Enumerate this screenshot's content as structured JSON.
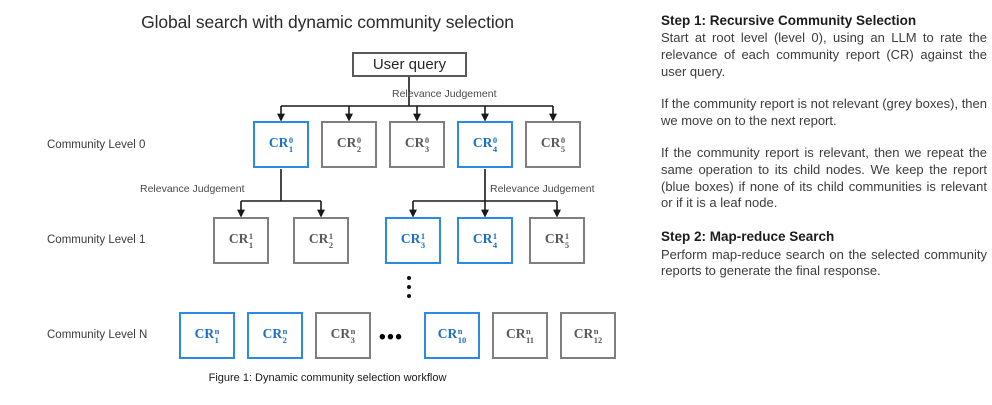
{
  "figure": {
    "title": "Global search with dynamic community selection",
    "caption": "Figure 1: Dynamic community selection workflow",
    "query_box_label": "User query",
    "edge_labels": {
      "root": "Relevance Judgement",
      "left_branch": "Relevance Judgement",
      "right_branch": "Relevance Judgement"
    },
    "horizontal_ellipsis": "•••",
    "levels": [
      {
        "label": "Community Level 0",
        "nodes": [
          {
            "base": "CR",
            "sup": "0",
            "sub": "1",
            "state": "blue"
          },
          {
            "base": "CR",
            "sup": "0",
            "sub": "2",
            "state": "grey"
          },
          {
            "base": "CR",
            "sup": "0",
            "sub": "3",
            "state": "grey"
          },
          {
            "base": "CR",
            "sup": "0",
            "sub": "4",
            "state": "blue"
          },
          {
            "base": "CR",
            "sup": "0",
            "sub": "5",
            "state": "grey"
          }
        ]
      },
      {
        "label": "Community Level 1",
        "nodes": [
          {
            "base": "CR",
            "sup": "1",
            "sub": "1",
            "state": "grey"
          },
          {
            "base": "CR",
            "sup": "1",
            "sub": "2",
            "state": "grey"
          },
          {
            "base": "CR",
            "sup": "1",
            "sub": "3",
            "state": "blue"
          },
          {
            "base": "CR",
            "sup": "1",
            "sub": "4",
            "state": "blue"
          },
          {
            "base": "CR",
            "sup": "1",
            "sub": "5",
            "state": "grey"
          }
        ]
      },
      {
        "label": "Community Level N",
        "nodes": [
          {
            "base": "CR",
            "sup": "n",
            "sub": "1",
            "state": "blue"
          },
          {
            "base": "CR",
            "sup": "n",
            "sub": "2",
            "state": "blue"
          },
          {
            "base": "CR",
            "sup": "n",
            "sub": "3",
            "state": "grey"
          },
          {
            "base": "CR",
            "sup": "n",
            "sub": "10",
            "state": "blue"
          },
          {
            "base": "CR",
            "sup": "n",
            "sub": "11",
            "state": "grey"
          },
          {
            "base": "CR",
            "sup": "n",
            "sub": "12",
            "state": "grey"
          }
        ]
      }
    ],
    "colors": {
      "selected_border": "#2b8ae2",
      "selected_text": "#1a6fc4",
      "unselected_border": "#7f7f7f",
      "unselected_text": "#595959",
      "connector": "#1a1a1a"
    }
  },
  "text_panel": {
    "step1": {
      "heading": "Step 1: Recursive Community Selection",
      "paragraph1": "Start at root level (level 0), using an LLM to rate the relevance of each community report (CR) against the user query.",
      "paragraph2": "If the community report is not relevant (grey boxes), then we move on to the next report.",
      "paragraph3": "If the community report is relevant, then we repeat the same operation to its child nodes. We keep the report (blue boxes) if none of its child communities is relevant or if it is a leaf node."
    },
    "step2": {
      "heading": "Step 2: Map-reduce Search",
      "paragraph1": "Perform map-reduce search on the selected community reports to generate the final response."
    }
  }
}
